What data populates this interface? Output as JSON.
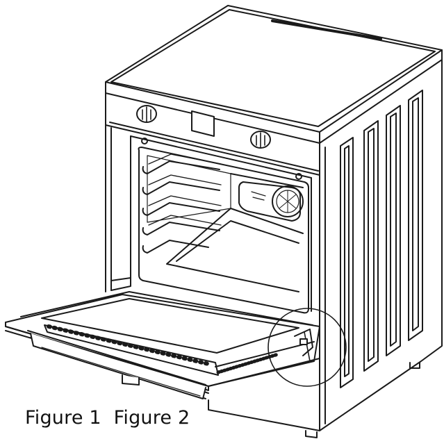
{
  "caption": {
    "figure1": "Figure 1",
    "figure2": "Figure 2"
  },
  "colors": {
    "line": "#1a1a1a",
    "background": "#ffffff"
  },
  "illustration": {
    "subject": "freestanding-cooker-with-open-oven-door",
    "callout": "door-hinge-circle"
  }
}
